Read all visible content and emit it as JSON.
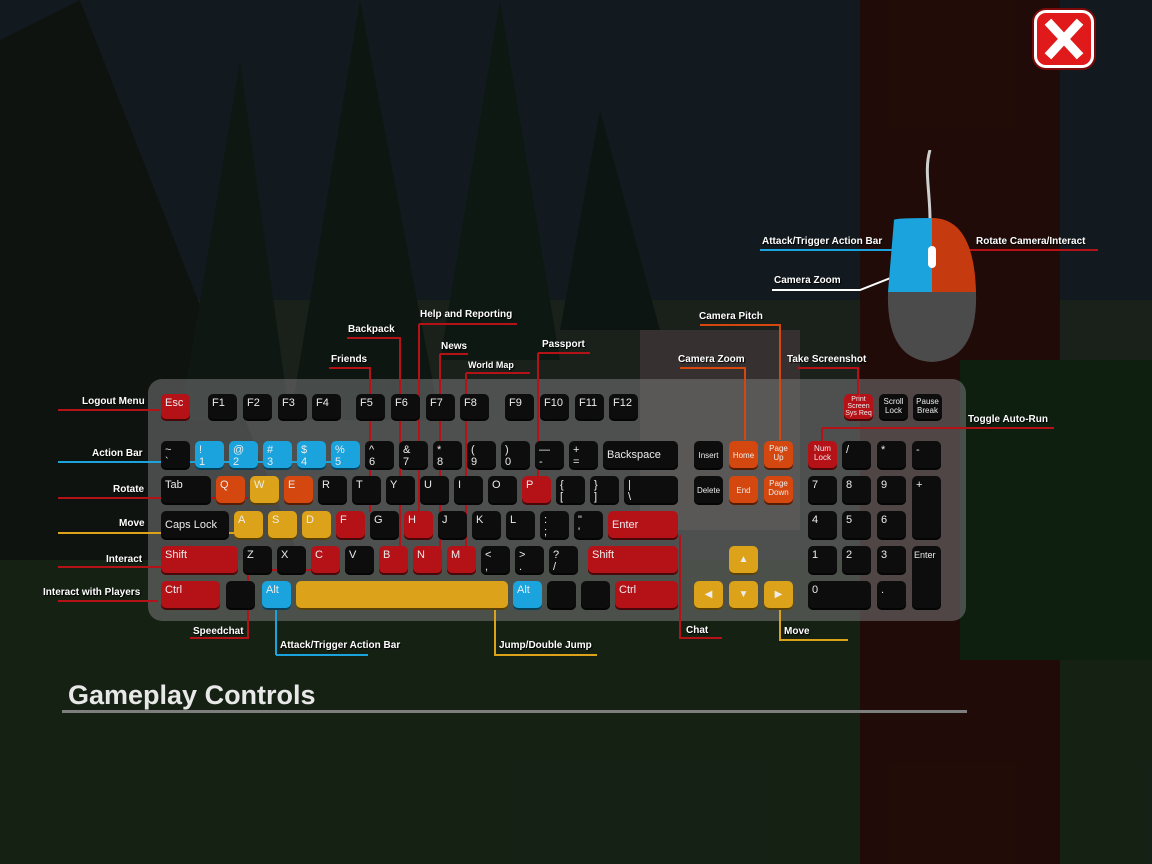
{
  "title": "Gameplay Controls",
  "colors": {
    "red": "#b51218",
    "blue": "#1aa3dc",
    "yellow": "#dca31a",
    "orange": "#d4480f",
    "close": "#e01a1a"
  },
  "icons": {
    "close": "close-x-icon",
    "mouse": "mouse-icon"
  },
  "keys": {
    "esc": "Esc",
    "f1": "F1",
    "f2": "F2",
    "f3": "F3",
    "f4": "F4",
    "f5": "F5",
    "f6": "F6",
    "f7": "F7",
    "f8": "F8",
    "f9": "F9",
    "f10": "F10",
    "f11": "F11",
    "f12": "F12",
    "prtsc_1": "Print",
    "prtsc_2": "Screen",
    "prtsc_3": "Sys Req",
    "scroll_1": "Scroll",
    "scroll_2": "Lock",
    "pause_1": "Pause",
    "pause_2": "Break",
    "tilde_top": "~",
    "tilde_bot": "`",
    "n1_top": "!",
    "n1_bot": "1",
    "n2_top": "@",
    "n2_bot": "2",
    "n3_top": "#",
    "n3_bot": "3",
    "n4_top": "$",
    "n4_bot": "4",
    "n5_top": "%",
    "n5_bot": "5",
    "n6_top": "^",
    "n6_bot": "6",
    "n7_top": "&",
    "n7_bot": "7",
    "n8_top": "*",
    "n8_bot": "8",
    "n9_top": "(",
    "n9_bot": "9",
    "n0_top": ")",
    "n0_bot": "0",
    "minus_top": "—",
    "minus_bot": "-",
    "eq_top": "+",
    "eq_bot": "=",
    "backspace": "Backspace",
    "insert": "Insert",
    "home": "Home",
    "pgup_1": "Page",
    "pgup_2": "Up",
    "numlock_1": "Num",
    "numlock_2": "Lock",
    "np_slash": "/",
    "np_star": "*",
    "np_minus": "-",
    "tab": "Tab",
    "q": "Q",
    "w": "W",
    "e": "E",
    "r": "R",
    "t": "T",
    "y": "Y",
    "u": "U",
    "i": "I",
    "o": "O",
    "p": "P",
    "lbr_top": "{",
    "lbr_bot": "[",
    "rbr_top": "}",
    "rbr_bot": "]",
    "bsl_top": "|",
    "bsl_bot": "\\",
    "delete": "Delete",
    "end": "End",
    "pgdn_1": "Page",
    "pgdn_2": "Down",
    "np7": "7",
    "np8": "8",
    "np9": "9",
    "np_plus": "+",
    "capslock": "Caps Lock",
    "a": "A",
    "s": "S",
    "d": "D",
    "f": "F",
    "g": "G",
    "h": "H",
    "j": "J",
    "k": "K",
    "l": "L",
    "semi_top": ":",
    "semi_bot": ";",
    "quote_top": "\"",
    "quote_bot": "'",
    "enter": "Enter",
    "np4": "4",
    "np5": "5",
    "np6": "6",
    "lshift": "Shift",
    "z": "Z",
    "x": "X",
    "c": "C",
    "v": "V",
    "b": "B",
    "n": "N",
    "m": "M",
    "comma_top": "<",
    "comma_bot": ",",
    "period_top": ">",
    "period_bot": ".",
    "slash_top": "?",
    "slash_bot": "/",
    "rshift": "Shift",
    "arrow_up": "▲",
    "np1": "1",
    "np2": "2",
    "np3": "3",
    "np_enter": "Enter",
    "lctrl": "Ctrl",
    "lalt": "Alt",
    "ralt": "Alt",
    "rctrl": "Ctrl",
    "arrow_left": "◀",
    "arrow_down": "▼",
    "arrow_right": "▶",
    "np0": "0",
    "np_dot": "."
  },
  "labels": {
    "logout_menu": "Logout Menu",
    "action_bar": "Action Bar",
    "rotate": "Rotate",
    "move_left": "Move",
    "interact": "Interact",
    "interact_players": "Interact with Players",
    "speedchat": "Speedchat",
    "attack_bottom": "Attack/Trigger Action Bar",
    "jump": "Jump/Double Jump",
    "chat": "Chat",
    "move_right": "Move",
    "friends": "Friends",
    "backpack": "Backpack",
    "help": "Help and Reporting",
    "news": "News",
    "world_map": "World Map",
    "passport": "Passport",
    "camera_pitch": "Camera Pitch",
    "camera_zoom_kb": "Camera Zoom",
    "take_screenshot": "Take Screenshot",
    "toggle_autorun": "Toggle Auto-Run",
    "mouse_attack": "Attack/Trigger Action Bar",
    "mouse_rotate": "Rotate Camera/Interact",
    "mouse_zoom": "Camera Zoom"
  }
}
